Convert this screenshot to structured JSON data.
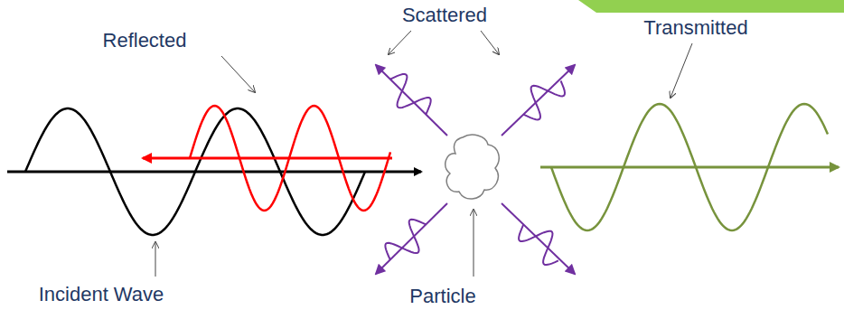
{
  "diagram": {
    "labels": [
      "Scattered",
      "Reflected",
      "Transmitted",
      "Incident Wave",
      "Particle"
    ]
  }
}
